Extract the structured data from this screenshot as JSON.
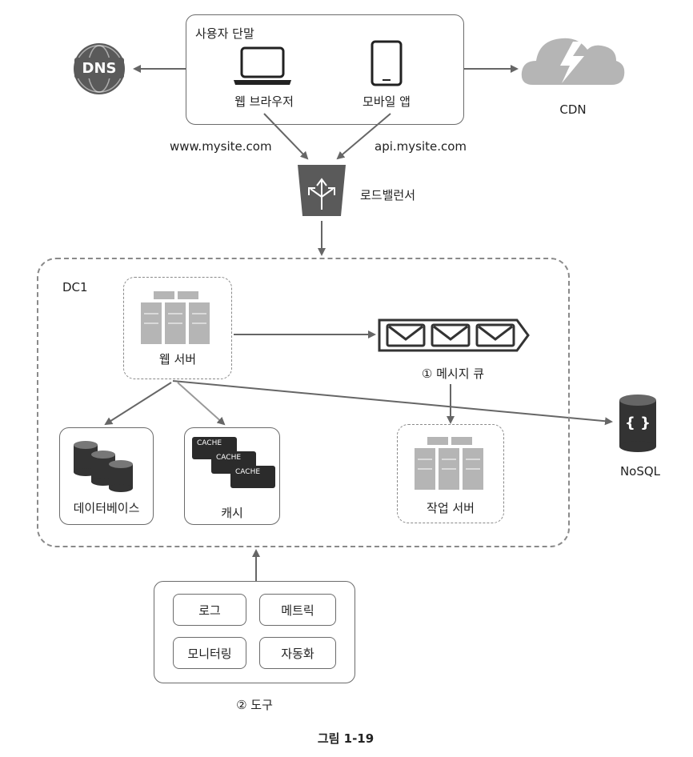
{
  "user_device": {
    "title": "사용자 단말",
    "web_browser": "웹 브라우저",
    "mobile_app": "모바일 앱"
  },
  "dns": {
    "label": "DNS"
  },
  "cdn": {
    "label": "CDN"
  },
  "domains": {
    "web": "www.mysite.com",
    "api": "api.mysite.com"
  },
  "load_balancer": {
    "label": "로드밸런서"
  },
  "dc1": {
    "label": "DC1",
    "web_server": "웹 서버",
    "message_queue": "① 메시지 큐",
    "database": "데이터베이스",
    "cache": {
      "label": "캐시",
      "chip_text": "CACHE"
    },
    "worker_server": "작업 서버"
  },
  "nosql": {
    "label": "NoSQL",
    "glyph": "{ }"
  },
  "tools": {
    "title": "② 도구",
    "items": [
      "로그",
      "메트릭",
      "모니터링",
      "자동화"
    ]
  },
  "caption": "그림 1-19",
  "colors": {
    "icon_dark": "#5a5a5a",
    "icon_light": "#b5b5b5",
    "line": "#666666",
    "box_border": "#6b6b6b"
  }
}
